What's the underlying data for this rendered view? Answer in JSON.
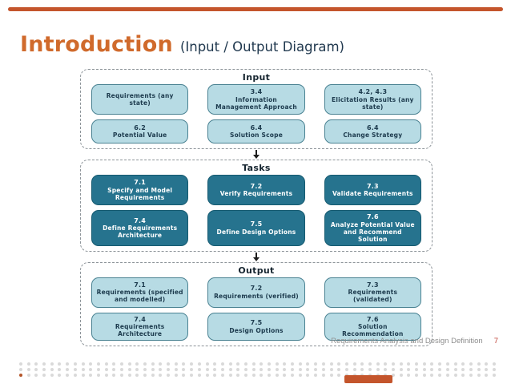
{
  "slide": {
    "title": "Introduction",
    "subtitle": "(Input / Output Diagram)",
    "footer": {
      "text": "Requirements Analysis and Design Definition",
      "page": "7"
    }
  },
  "colors": {
    "accent": "#c4552c",
    "title-orange": "#d06a2c",
    "navy": "#21394f",
    "light-box-bg": "#b7dbe4",
    "light-box-border": "#4a8292",
    "dark-box-bg": "#26738e",
    "footer-gray": "#8e8e8e",
    "page-red": "#bf4136",
    "dot-gray": "#d9d9d9",
    "dot-accent": "#b5562a"
  },
  "diagram": {
    "sections": [
      {
        "id": "input",
        "label": "Input",
        "box_style": "light",
        "rows": [
          [
            {
              "code": "",
              "label": "Requirements (any state)"
            },
            {
              "code": "3.4",
              "label": "Information Management Approach"
            },
            {
              "code": "4.2, 4.3",
              "label": "Elicitation Results (any state)"
            }
          ],
          [
            {
              "code": "6.2",
              "label": "Potential Value"
            },
            {
              "code": "6.4",
              "label": "Solution Scope"
            },
            {
              "code": "6.4",
              "label": "Change Strategy"
            }
          ]
        ]
      },
      {
        "id": "tasks",
        "label": "Tasks",
        "box_style": "dark",
        "rows": [
          [
            {
              "code": "7.1",
              "label": "Specify and Model Requirements"
            },
            {
              "code": "7.2",
              "label": "Verify Requirements"
            },
            {
              "code": "7.3",
              "label": "Validate Requirements"
            }
          ],
          [
            {
              "code": "7.4",
              "label": "Define Requirements Architecture"
            },
            {
              "code": "7.5",
              "label": "Define Design Options"
            },
            {
              "code": "7.6",
              "label": "Analyze Potential Value and Recommend Solution"
            }
          ]
        ]
      },
      {
        "id": "output",
        "label": "Output",
        "box_style": "light",
        "rows": [
          [
            {
              "code": "7.1",
              "label": "Requirements (specified and modelled)"
            },
            {
              "code": "7.2",
              "label": "Requirements (verified)"
            },
            {
              "code": "7.3",
              "label": "Requirements (validated)"
            }
          ],
          [
            {
              "code": "7.4",
              "label": "Requirements Architecture"
            },
            {
              "code": "7.5",
              "label": "Design Options"
            },
            {
              "code": "7.6",
              "label": "Solution Recommendation"
            }
          ]
        ]
      }
    ]
  },
  "decorations": {
    "dot_rows": 3,
    "dots_per_row": 62,
    "orange_dot_row": 2,
    "orange_dot_index": 0
  }
}
